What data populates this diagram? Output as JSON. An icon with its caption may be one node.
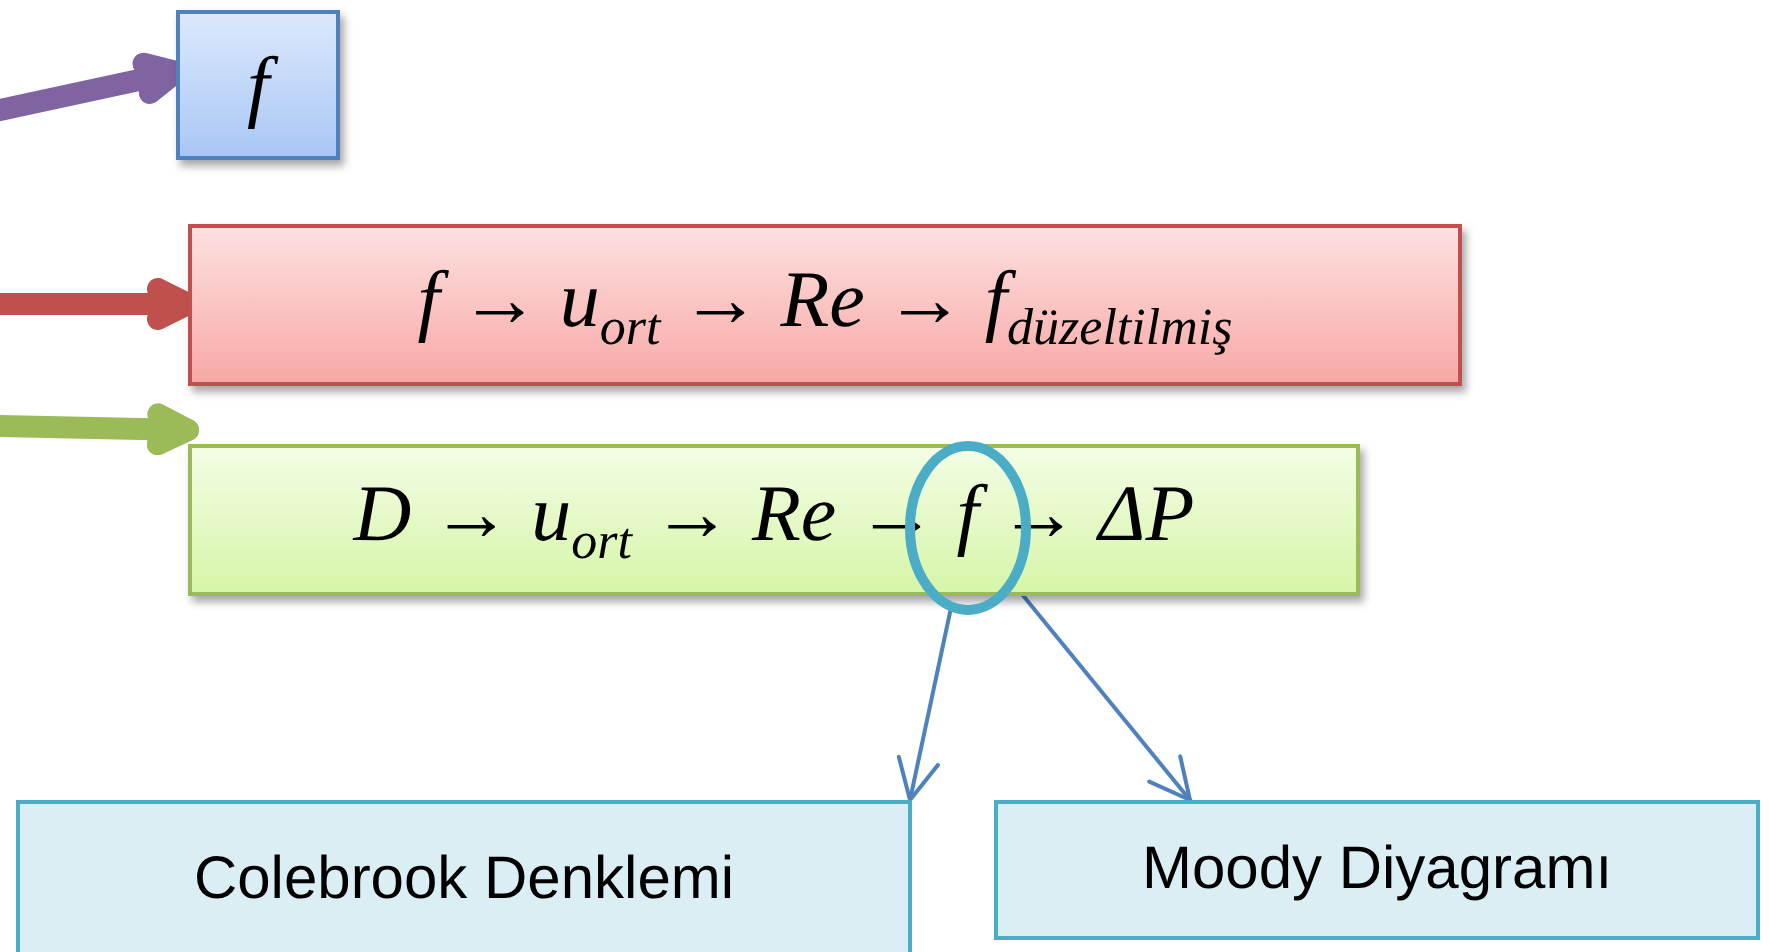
{
  "diagram": {
    "nodes": [
      {
        "text": [
          "f"
        ]
      },
      {
        "text": [
          "f → u$_{ort}$ → Re → f$_{düzeltilmiş}$"
        ]
      },
      {
        "text": [
          "D → u$_{ort}$ → Re → f → ΔP"
        ]
      },
      {
        "text": [],
        "shape": "circle"
      },
      {
        "text": [
          "Colebrook Denklemi"
        ]
      },
      {
        "text": [
          "Moody Diyagramı"
        ]
      }
    ],
    "edges": [
      {
        "from": null,
        "to": 0,
        "arrow": "to",
        "color": "#8064a2"
      },
      {
        "from": null,
        "to": 1,
        "arrow": "to",
        "color": "#c0504d"
      },
      {
        "from": null,
        "to": 2,
        "arrow": "to",
        "color": "#9bbb59"
      },
      {
        "from": 3,
        "to": 4,
        "arrow": "to"
      },
      {
        "from": 3,
        "to": 5,
        "arrow": "to"
      }
    ]
  }
}
